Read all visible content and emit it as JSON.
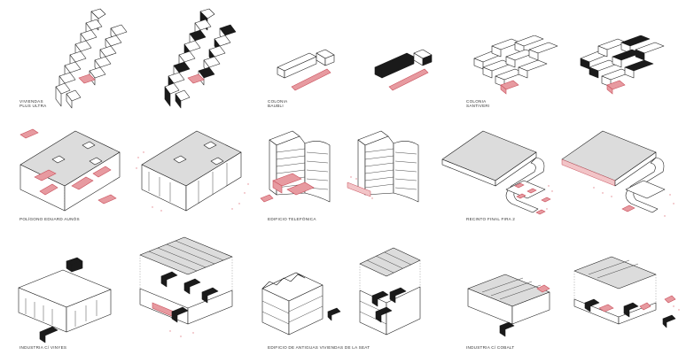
{
  "labels": {
    "viviendas": [
      "VIVIENDAS",
      "PLUS ULTRA"
    ],
    "colonia_baubli": [
      "COLONIA",
      "BAUBLI"
    ],
    "colonia_santiveri": [
      "COLONIA",
      "SANTIVERI"
    ],
    "poligono": [
      "POLÍGONO EDUARD AUNÓS"
    ],
    "telefonica": [
      "EDIFICIO TELEFÓNICA"
    ],
    "recinto": [
      "RECINTO FINAL FIRA 2"
    ],
    "industria_vinyes": [
      "INDUSTRIA C/ VINYES"
    ],
    "antiguas": [
      "EDIFICIO DE ANTIGUAS VIVIENDAS DE LA SEAT"
    ],
    "industria_cobalt": [
      "INDUSTRIA C/ COBALT"
    ]
  },
  "colors": {
    "accent_red": "#e79aa0",
    "accent_red_stroke": "#c9505c",
    "ink": "#1a1a1a",
    "fill_black": "#1a1a1a"
  }
}
